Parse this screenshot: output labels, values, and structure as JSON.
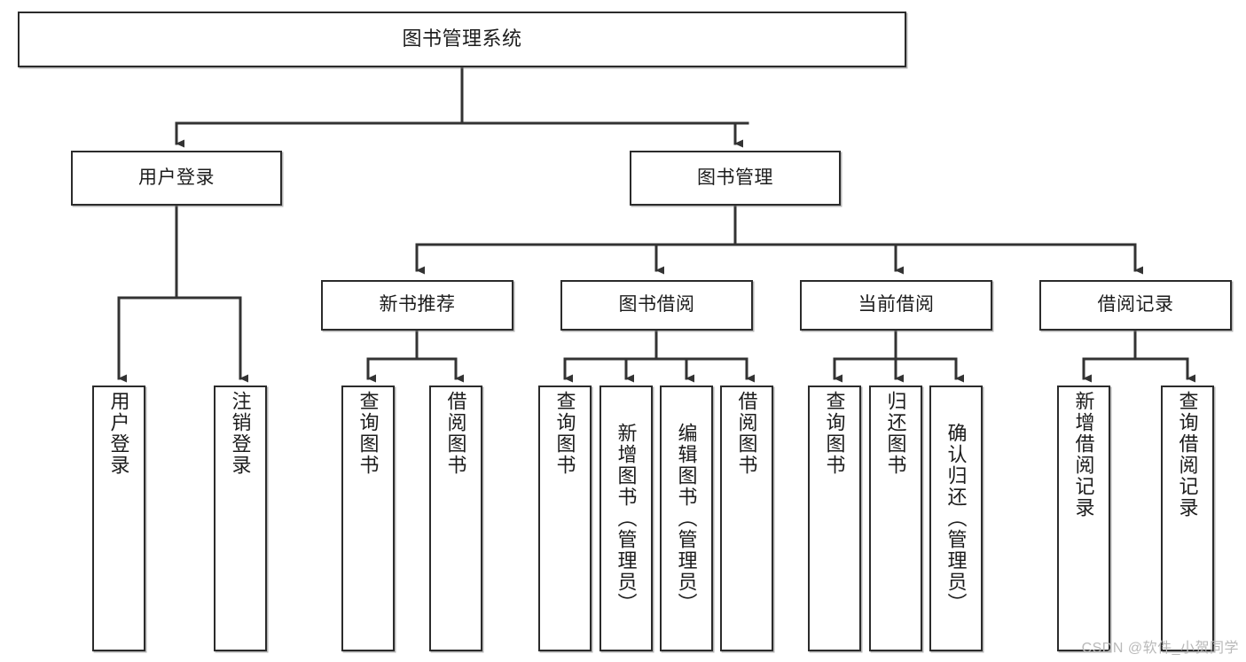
{
  "diagram": {
    "title": "图书管理系统",
    "type": "hierarchy-tree",
    "watermark": "CSDN @软件_小贺同学",
    "colors": {
      "box_border": "#2b2b2b",
      "box_fill": "#ffffff",
      "connector": "#333333",
      "text": "#1c1c1c",
      "watermark": "#b9b9b9"
    },
    "levels": [
      {
        "level": 1,
        "nodes": [
          {
            "id": "root",
            "label": "图书管理系统",
            "orientation": "horizontal"
          }
        ]
      },
      {
        "level": 2,
        "nodes": [
          {
            "id": "login",
            "label": "用户登录",
            "orientation": "horizontal",
            "parent": "root"
          },
          {
            "id": "bookmgmt",
            "label": "图书管理",
            "orientation": "horizontal",
            "parent": "root"
          }
        ]
      },
      {
        "level": 3,
        "nodes": [
          {
            "id": "newbook",
            "label": "新书推荐",
            "orientation": "horizontal",
            "parent": "bookmgmt"
          },
          {
            "id": "borrow",
            "label": "图书借阅",
            "orientation": "horizontal",
            "parent": "bookmgmt"
          },
          {
            "id": "current",
            "label": "当前借阅",
            "orientation": "horizontal",
            "parent": "bookmgmt"
          },
          {
            "id": "records",
            "label": "借阅记录",
            "orientation": "horizontal",
            "parent": "bookmgmt"
          }
        ]
      },
      {
        "level": 4,
        "nodes": [
          {
            "id": "leaf-user-login",
            "label": "用户登录",
            "orientation": "vertical",
            "parent": "login"
          },
          {
            "id": "leaf-user-logout",
            "label": "注销登录",
            "orientation": "vertical",
            "parent": "login"
          },
          {
            "id": "leaf-nb-query",
            "label": "查询图书",
            "orientation": "vertical",
            "parent": "newbook"
          },
          {
            "id": "leaf-nb-borrow",
            "label": "借阅图书",
            "orientation": "vertical",
            "parent": "newbook"
          },
          {
            "id": "leaf-bw-query",
            "label": "查询图书",
            "orientation": "vertical",
            "parent": "borrow"
          },
          {
            "id": "leaf-bw-add",
            "label": "新增图书（管理员）",
            "orientation": "vertical",
            "parent": "borrow"
          },
          {
            "id": "leaf-bw-edit",
            "label": "编辑图书（管理员）",
            "orientation": "vertical",
            "parent": "borrow"
          },
          {
            "id": "leaf-bw-borrow",
            "label": "借阅图书",
            "orientation": "vertical",
            "parent": "borrow"
          },
          {
            "id": "leaf-cb-query",
            "label": "查询图书",
            "orientation": "vertical",
            "parent": "current"
          },
          {
            "id": "leaf-cb-return",
            "label": "归还图书",
            "orientation": "vertical",
            "parent": "current"
          },
          {
            "id": "leaf-cb-confirm",
            "label": "确认归还（管理员）",
            "orientation": "vertical",
            "parent": "current"
          },
          {
            "id": "leaf-rc-add",
            "label": "新增借阅记录",
            "orientation": "vertical",
            "parent": "records"
          },
          {
            "id": "leaf-rc-query",
            "label": "查询借阅记录",
            "orientation": "vertical",
            "parent": "records"
          }
        ]
      }
    ]
  }
}
